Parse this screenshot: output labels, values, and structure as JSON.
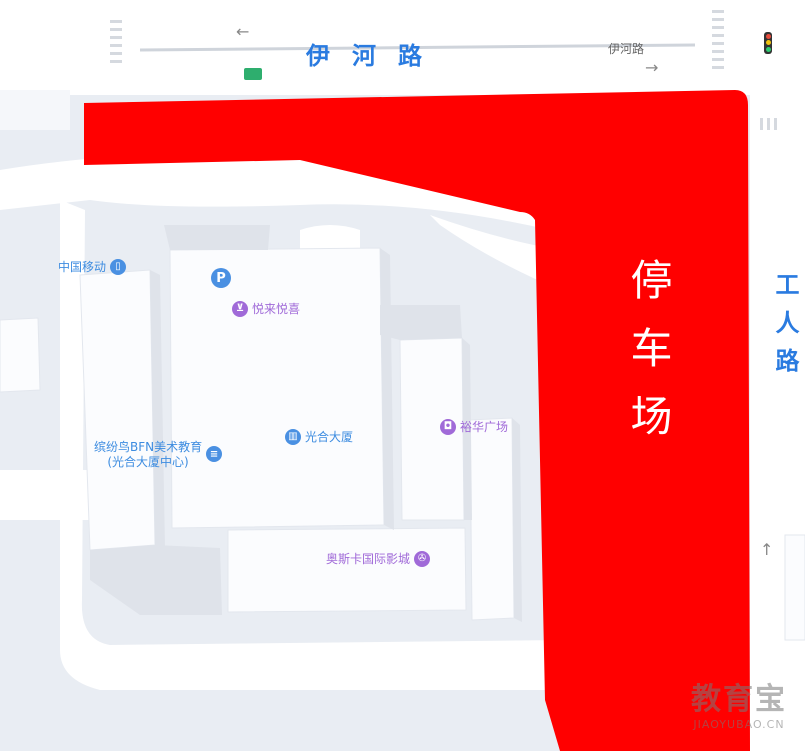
{
  "roads": {
    "top_name": "伊河路",
    "top_small": "伊河路",
    "right_name": "工人路"
  },
  "parking": {
    "label": "停车场",
    "color": "#ff0000",
    "marker": "P"
  },
  "pois": [
    {
      "name": "中国移动",
      "icon": "phone-icon",
      "style": "blue"
    },
    {
      "name": "悦来悦喜",
      "icon": "shopping-cart-icon",
      "style": "purple"
    },
    {
      "name": "缤纷鸟BFN美术教育\n(光合大厦中心)",
      "icon": "book-icon",
      "style": "blue"
    },
    {
      "name": "光合大厦",
      "icon": "building-icon",
      "style": "blue"
    },
    {
      "name": "裕华广场",
      "icon": "shopping-bag-icon",
      "style": "purple"
    },
    {
      "name": "奥斯卡国际影城",
      "icon": "film-icon",
      "style": "purple"
    }
  ],
  "watermark": {
    "cn": "教育宝",
    "en": "JIAOYUBAO.CN"
  },
  "colors": {
    "road_label": "#2a7be0",
    "poi_purple": "#a06ad8",
    "poi_blue": "#3d8ce0",
    "parking": "#ff0000"
  }
}
